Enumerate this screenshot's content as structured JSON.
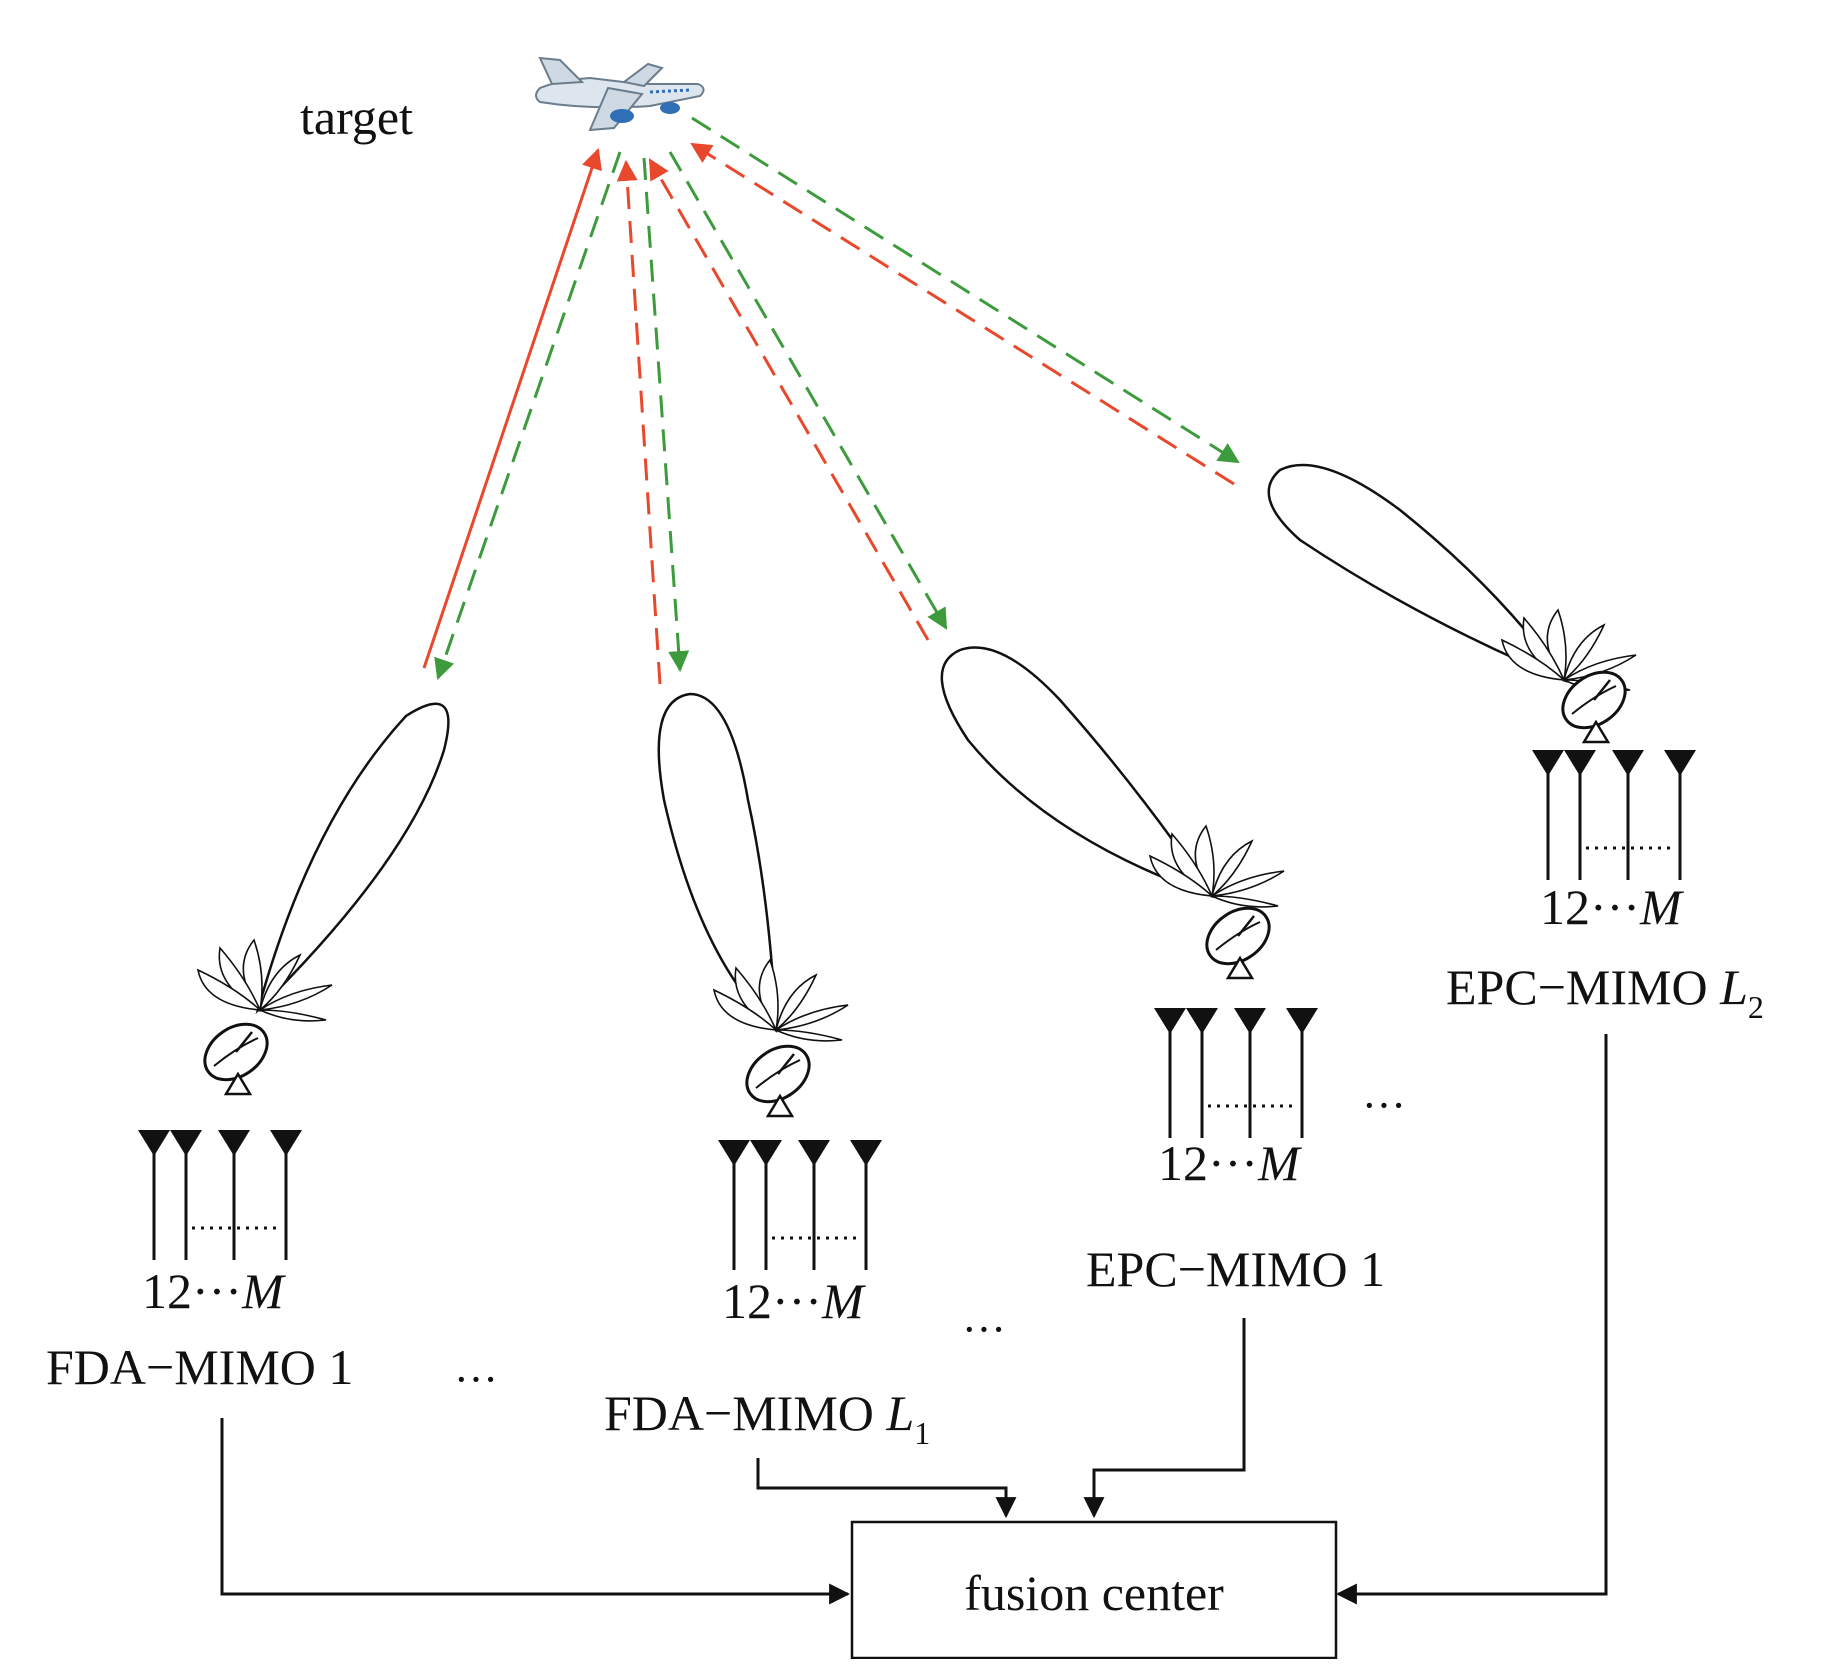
{
  "diagram": {
    "target_label": "target",
    "element_numbers": "12···",
    "element_count_symbol": "M",
    "ellipsis": "···",
    "fusion_center_label": "fusion center",
    "radars": [
      {
        "id": "fda1",
        "label": "FDA−MIMO 1"
      },
      {
        "id": "fdaL1",
        "label": "FDA−MIMO ",
        "label_symbol": "L",
        "label_sub": "1"
      },
      {
        "id": "epc1",
        "label": "EPC−MIMO 1"
      },
      {
        "id": "epcL2",
        "label": "EPC−MIMO ",
        "label_symbol": "L",
        "label_sub": "2"
      }
    ],
    "colors": {
      "red_signal": "#e8482c",
      "green_signal": "#3d9b3d",
      "line": "#111111"
    },
    "icons": {
      "target": "airplane-icon",
      "antenna": "satellite-dish-icon",
      "array": "antenna-array-icon"
    }
  }
}
